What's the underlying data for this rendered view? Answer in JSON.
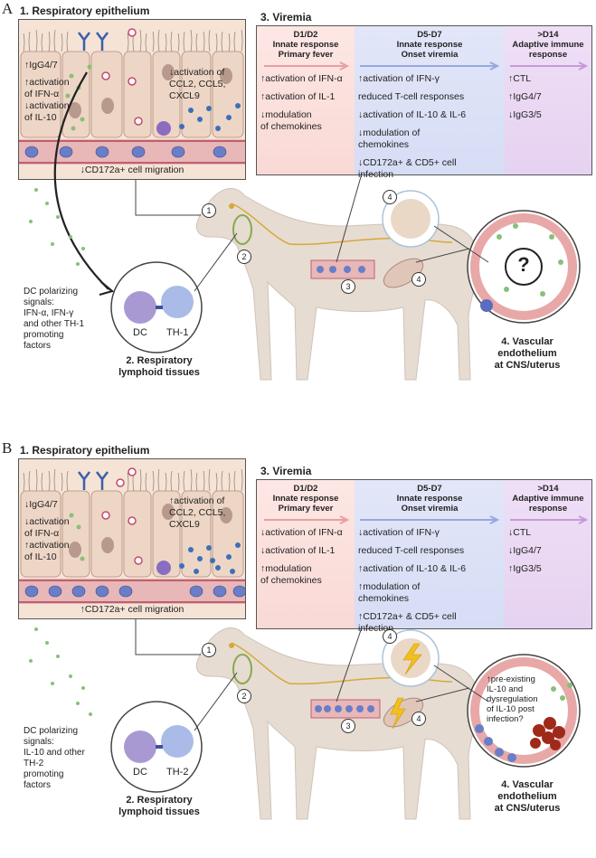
{
  "panels": [
    {
      "letter": "A",
      "epi_title": "1. Respiratory epithelium",
      "epi_left": [
        "↑IgG4/7",
        "↑activation",
        "of IFN-α",
        "↓activation",
        "of IL-10"
      ],
      "epi_right": [
        "↓activation of",
        "CCL2, CCL5,",
        "CXCL9"
      ],
      "epi_bottom": "↓CD172a+ cell migration",
      "viremia_title": "3. Viremia",
      "col1_head": [
        "D1/D2",
        "Innate response",
        "Primary fever"
      ],
      "col1_items": [
        "↑activation of IFN-α",
        "↑activation of IL-1",
        "↓modulation",
        "of chemokines"
      ],
      "col2_head": [
        "D5-D7",
        "Innate response",
        "Onset viremia"
      ],
      "col2_items": [
        "↑activation of IFN-γ",
        "reduced T-cell responses",
        "↓activation of IL-10 & IL-6",
        "↓modulation of",
        "chemokines",
        "↓CD172a+ & CD5+ cell",
        "infection"
      ],
      "col3_head": [
        ">D14",
        "Adaptive immune",
        "response"
      ],
      "col3_items": [
        "↑CTL",
        "↑IgG4/7",
        "↓IgG3/5"
      ],
      "dc_text": [
        "DC polarizing",
        "signals:",
        "IFN-α, IFN-γ",
        "and other TH-1",
        "promoting",
        "factors"
      ],
      "dc_label": "DC",
      "th_label": "TH-1",
      "lymph_label": [
        "2. Respiratory",
        "lymphoid tissues"
      ],
      "vasc_label": [
        "4. Vascular",
        "endothelium",
        "at CNS/uterus"
      ],
      "question": "?",
      "nums": [
        "1",
        "2",
        "3",
        "4",
        "4"
      ]
    },
    {
      "letter": "B",
      "epi_title": "1. Respiratory epithelium",
      "epi_left": [
        "↓IgG4/7",
        "↓activation",
        "of IFN-α",
        "↑activation",
        "of IL-10"
      ],
      "epi_right": [
        "↑activation of",
        "CCL2, CCL5,",
        "CXCL9"
      ],
      "epi_bottom": "↑CD172a+ cell migration",
      "viremia_title": "3. Viremia",
      "col1_head": [
        "D1/D2",
        "Innate response",
        "Primary fever"
      ],
      "col1_items": [
        "↓activation of IFN-α",
        "↓activation of IL-1",
        "↑modulation",
        "of chemokines"
      ],
      "col2_head": [
        "D5-D7",
        "Innate response",
        "Onset viremia"
      ],
      "col2_items": [
        "↓activation of IFN-γ",
        "reduced T-cell responses",
        "↑activation of IL-10 & IL-6",
        "↑modulation of",
        "chemokines",
        "↑CD172a+ & CD5+ cell",
        "infection"
      ],
      "col3_head": [
        ">D14",
        "Adaptive immune",
        "response"
      ],
      "col3_items": [
        "↓CTL",
        "↓IgG4/7",
        "↑IgG3/5"
      ],
      "dc_text": [
        "DC polarizing",
        "signals:",
        "IL-10 and other",
        "TH-2",
        "promoting",
        "factors"
      ],
      "dc_label": "DC",
      "th_label": "TH-2",
      "lymph_label": [
        "2. Respiratory",
        "lymphoid tissues"
      ],
      "vasc_label": [
        "4. Vascular",
        "endothelium",
        "at CNS/uterus"
      ],
      "vasc_note": [
        "↑pre-existing",
        "IL-10 and",
        "dysregulation",
        "of IL-10 post",
        "infection?"
      ],
      "nums": [
        "1",
        "2",
        "3",
        "4",
        "4"
      ]
    }
  ],
  "colors": {
    "epithelium": "#f5e3d6",
    "col1": "#fbe3e0",
    "col2": "#dde3f7",
    "col3": "#ead8f3",
    "horse": "#e6dcd2",
    "dc": "#a999d3",
    "th": "#a9bbe6"
  }
}
